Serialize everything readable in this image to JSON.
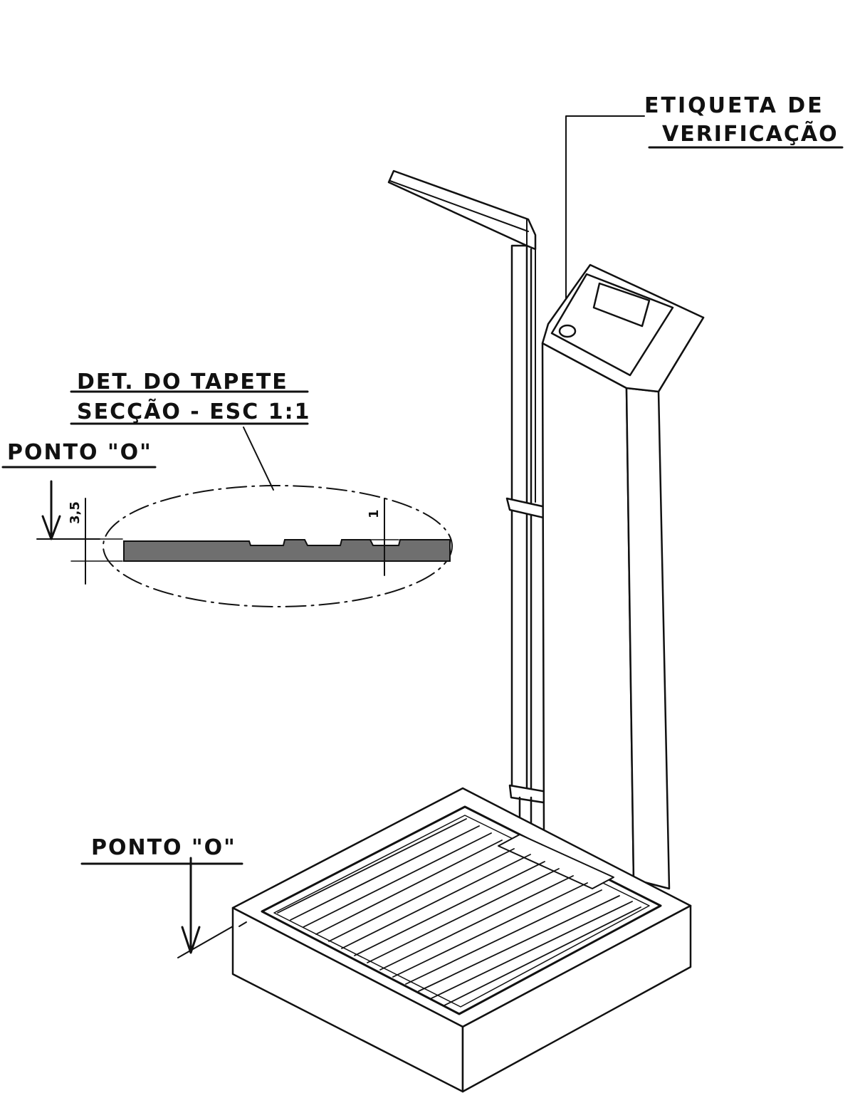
{
  "labels": {
    "etiqueta_line1": "ETIQUETA DE",
    "etiqueta_line2": "VERIFICAÇÃO",
    "detail_line1": "DET. DO TAPETE",
    "detail_line2": "SECÇÃO - ESC 1:1",
    "ponto_detail": "PONTO \"O\"",
    "ponto_base": "PONTO \"O\"",
    "dim_height": "3,5",
    "dim_groove": "1"
  },
  "colors": {
    "ink": "#111111",
    "mat_section_fill": "#6f6f6f"
  }
}
